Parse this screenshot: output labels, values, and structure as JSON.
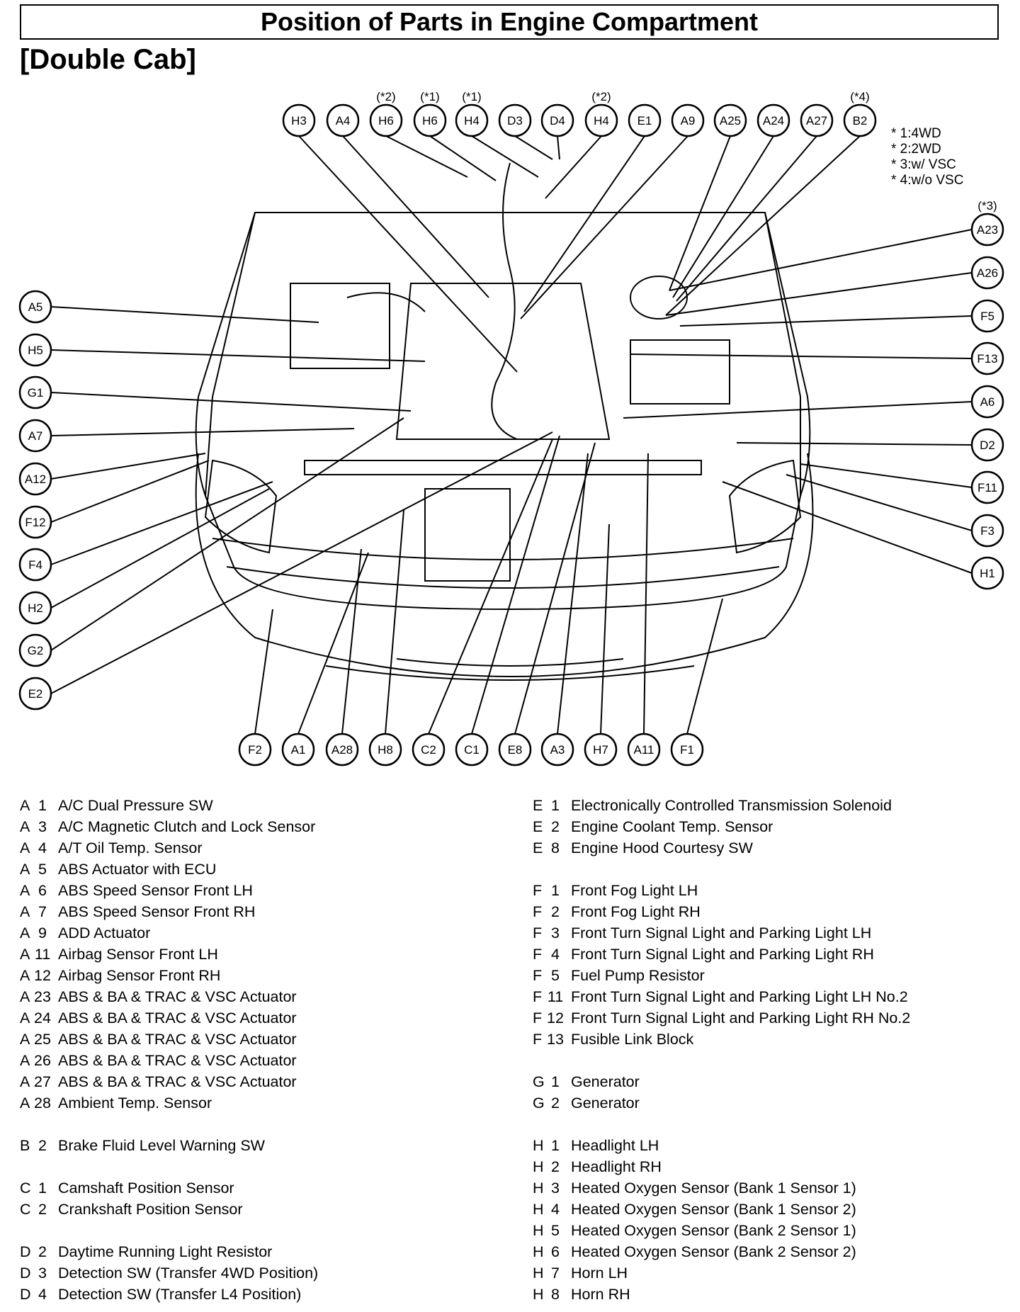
{
  "title": "Position of Parts in Engine Compartment",
  "subtitle": "[Double Cab]",
  "notes": [
    "* 1:4WD",
    "* 2:2WD",
    "* 3:w/ VSC",
    "* 4:w/o VSC"
  ],
  "callouts": {
    "top": [
      {
        "label": "H3",
        "star": ""
      },
      {
        "label": "A4",
        "star": ""
      },
      {
        "label": "H6",
        "star": "(*2)"
      },
      {
        "label": "H6",
        "star": "(*1)"
      },
      {
        "label": "H4",
        "star": "(*1)"
      },
      {
        "label": "D3",
        "star": ""
      },
      {
        "label": "D4",
        "star": ""
      },
      {
        "label": "H4",
        "star": "(*2)"
      },
      {
        "label": "E1",
        "star": ""
      },
      {
        "label": "A9",
        "star": ""
      },
      {
        "label": "A25",
        "star": ""
      },
      {
        "label": "A24",
        "star": ""
      },
      {
        "label": "A27",
        "star": ""
      },
      {
        "label": "B2",
        "star": "(*4)"
      }
    ],
    "left": [
      "A5",
      "H5",
      "G1",
      "A7",
      "A12",
      "F12",
      "F4",
      "H2",
      "G2",
      "E2"
    ],
    "right": [
      {
        "label": "A23",
        "star": "(*3)"
      },
      {
        "label": "A26",
        "star": ""
      },
      {
        "label": "F5",
        "star": ""
      },
      {
        "label": "F13",
        "star": ""
      },
      {
        "label": "A6",
        "star": ""
      },
      {
        "label": "D2",
        "star": ""
      },
      {
        "label": "F11",
        "star": ""
      },
      {
        "label": "F3",
        "star": ""
      },
      {
        "label": "H1",
        "star": ""
      }
    ],
    "bottom": [
      "F2",
      "A1",
      "A28",
      "H8",
      "C2",
      "C1",
      "E8",
      "A3",
      "H7",
      "A11",
      "F1"
    ]
  },
  "legend_left": [
    {
      "letter": "A",
      "num": "1",
      "name": "A/C Dual Pressure SW"
    },
    {
      "letter": "A",
      "num": "3",
      "name": "A/C Magnetic Clutch and Lock Sensor"
    },
    {
      "letter": "A",
      "num": "4",
      "name": "A/T Oil Temp. Sensor"
    },
    {
      "letter": "A",
      "num": "5",
      "name": "ABS Actuator with ECU"
    },
    {
      "letter": "A",
      "num": "6",
      "name": "ABS Speed Sensor Front LH"
    },
    {
      "letter": "A",
      "num": "7",
      "name": "ABS Speed Sensor Front RH"
    },
    {
      "letter": "A",
      "num": "9",
      "name": "ADD Actuator"
    },
    {
      "letter": "A",
      "num": "11",
      "name": "Airbag Sensor Front LH"
    },
    {
      "letter": "A",
      "num": "12",
      "name": "Airbag Sensor Front RH"
    },
    {
      "letter": "A",
      "num": "23",
      "name": "ABS & BA & TRAC & VSC Actuator"
    },
    {
      "letter": "A",
      "num": "24",
      "name": "ABS & BA & TRAC & VSC Actuator"
    },
    {
      "letter": "A",
      "num": "25",
      "name": "ABS & BA & TRAC & VSC Actuator"
    },
    {
      "letter": "A",
      "num": "26",
      "name": "ABS & BA & TRAC & VSC Actuator"
    },
    {
      "letter": "A",
      "num": "27",
      "name": "ABS & BA & TRAC & VSC Actuator"
    },
    {
      "letter": "A",
      "num": "28",
      "name": "Ambient Temp. Sensor"
    },
    null,
    {
      "letter": "B",
      "num": "2",
      "name": "Brake Fluid Level Warning SW"
    },
    null,
    {
      "letter": "C",
      "num": "1",
      "name": "Camshaft Position Sensor"
    },
    {
      "letter": "C",
      "num": "2",
      "name": "Crankshaft Position Sensor"
    },
    null,
    {
      "letter": "D",
      "num": "2",
      "name": "Daytime Running Light Resistor"
    },
    {
      "letter": "D",
      "num": "3",
      "name": "Detection SW (Transfer 4WD Position)"
    },
    {
      "letter": "D",
      "num": "4",
      "name": "Detection SW (Transfer L4 Position)"
    }
  ],
  "legend_right": [
    {
      "letter": "E",
      "num": "1",
      "name": "Electronically Controlled Transmission Solenoid"
    },
    {
      "letter": "E",
      "num": "2",
      "name": "Engine Coolant Temp. Sensor"
    },
    {
      "letter": "E",
      "num": "8",
      "name": "Engine Hood Courtesy SW"
    },
    null,
    {
      "letter": "F",
      "num": "1",
      "name": "Front Fog Light LH"
    },
    {
      "letter": "F",
      "num": "2",
      "name": "Front Fog Light RH"
    },
    {
      "letter": "F",
      "num": "3",
      "name": "Front Turn Signal Light and Parking Light LH"
    },
    {
      "letter": "F",
      "num": "4",
      "name": "Front Turn Signal Light and Parking Light RH"
    },
    {
      "letter": "F",
      "num": "5",
      "name": "Fuel Pump Resistor"
    },
    {
      "letter": "F",
      "num": "11",
      "name": "Front Turn Signal Light and Parking Light LH No.2"
    },
    {
      "letter": "F",
      "num": "12",
      "name": "Front Turn Signal Light and Parking Light RH No.2"
    },
    {
      "letter": "F",
      "num": "13",
      "name": "Fusible Link Block"
    },
    null,
    {
      "letter": "G",
      "num": "1",
      "name": "Generator"
    },
    {
      "letter": "G",
      "num": "2",
      "name": "Generator"
    },
    null,
    {
      "letter": "H",
      "num": "1",
      "name": "Headlight LH"
    },
    {
      "letter": "H",
      "num": "2",
      "name": "Headlight RH"
    },
    {
      "letter": "H",
      "num": "3",
      "name": "Heated Oxygen Sensor (Bank 1 Sensor 1)"
    },
    {
      "letter": "H",
      "num": "4",
      "name": "Heated Oxygen Sensor (Bank 1 Sensor 2)"
    },
    {
      "letter": "H",
      "num": "5",
      "name": "Heated Oxygen Sensor (Bank 2 Sensor 1)"
    },
    {
      "letter": "H",
      "num": "6",
      "name": "Heated Oxygen Sensor (Bank 2 Sensor 2)"
    },
    {
      "letter": "H",
      "num": "7",
      "name": "Horn LH"
    },
    {
      "letter": "H",
      "num": "8",
      "name": "Horn RH"
    }
  ]
}
